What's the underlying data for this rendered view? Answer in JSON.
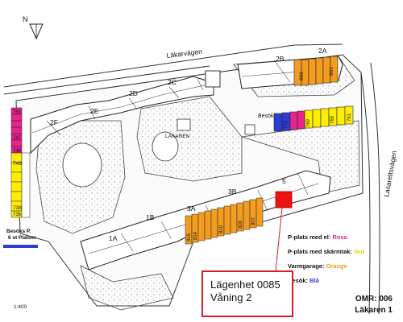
{
  "roads": {
    "north": "Läkarvägen",
    "east": "Lasarettsvägen"
  },
  "courtyard_label": "LÄKAREN",
  "buildings": [
    "2A",
    "2B",
    "2C",
    "2D",
    "2E",
    "2F",
    "1A",
    "1B",
    "3A",
    "3B",
    "5"
  ],
  "parking": {
    "block_2a": [
      "806",
      "801"
    ],
    "visitor_label": "Besök",
    "east_row": [
      "772",
      "769",
      "765",
      "761"
    ],
    "west_column": [
      "750",
      "747",
      "746",
      "743",
      "738",
      "736"
    ],
    "south_row": [
      "815",
      "814",
      "810",
      "808",
      "807"
    ],
    "visitor_p_label": "Besöks P.\n6 st Platser"
  },
  "legend": {
    "el_label": "P-plats med el:",
    "el_value": "Rosa",
    "carport_label": "P-plats med skärmtak:",
    "carport_value": "Gul",
    "garage_label": "Varmgarage:",
    "garage_value": "Orange",
    "visit_label": "Besök:",
    "visit_value": "Blå"
  },
  "callout": {
    "line1": "Lägenhet 0085",
    "line2": "Våning 2"
  },
  "omr": {
    "line1": "OMR: 006",
    "line2": "Läkaren 1"
  },
  "scale": "1:400",
  "north_letter": "N",
  "colors": {
    "pink": "#e8238f",
    "yellow": "#ffee00",
    "orange": "#f39c1f",
    "blue": "#2e3cd6",
    "red": "#ee1111",
    "callout": "#d21d2a"
  }
}
